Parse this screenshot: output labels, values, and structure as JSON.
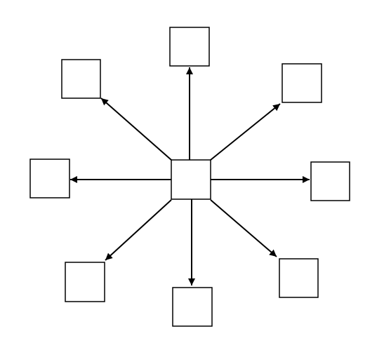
{
  "diagram": {
    "type": "hub-and-spoke",
    "stroke_color": "#000000",
    "fill_color": "#ffffff",
    "hub": {
      "id": "center",
      "label": ""
    },
    "spokes": [
      {
        "id": "north",
        "label": ""
      },
      {
        "id": "north-east",
        "label": ""
      },
      {
        "id": "east",
        "label": ""
      },
      {
        "id": "south-east",
        "label": ""
      },
      {
        "id": "south",
        "label": ""
      },
      {
        "id": "south-west",
        "label": ""
      },
      {
        "id": "west",
        "label": ""
      },
      {
        "id": "north-west",
        "label": ""
      }
    ],
    "edges": [
      {
        "from": "center",
        "to": "north",
        "arrow": "to"
      },
      {
        "from": "center",
        "to": "north-east",
        "arrow": "to"
      },
      {
        "from": "center",
        "to": "east",
        "arrow": "to"
      },
      {
        "from": "center",
        "to": "south-east",
        "arrow": "to"
      },
      {
        "from": "center",
        "to": "south",
        "arrow": "to"
      },
      {
        "from": "center",
        "to": "south-west",
        "arrow": "to"
      },
      {
        "from": "center",
        "to": "west",
        "arrow": "to"
      },
      {
        "from": "center",
        "to": "north-west",
        "arrow": "to"
      }
    ]
  }
}
